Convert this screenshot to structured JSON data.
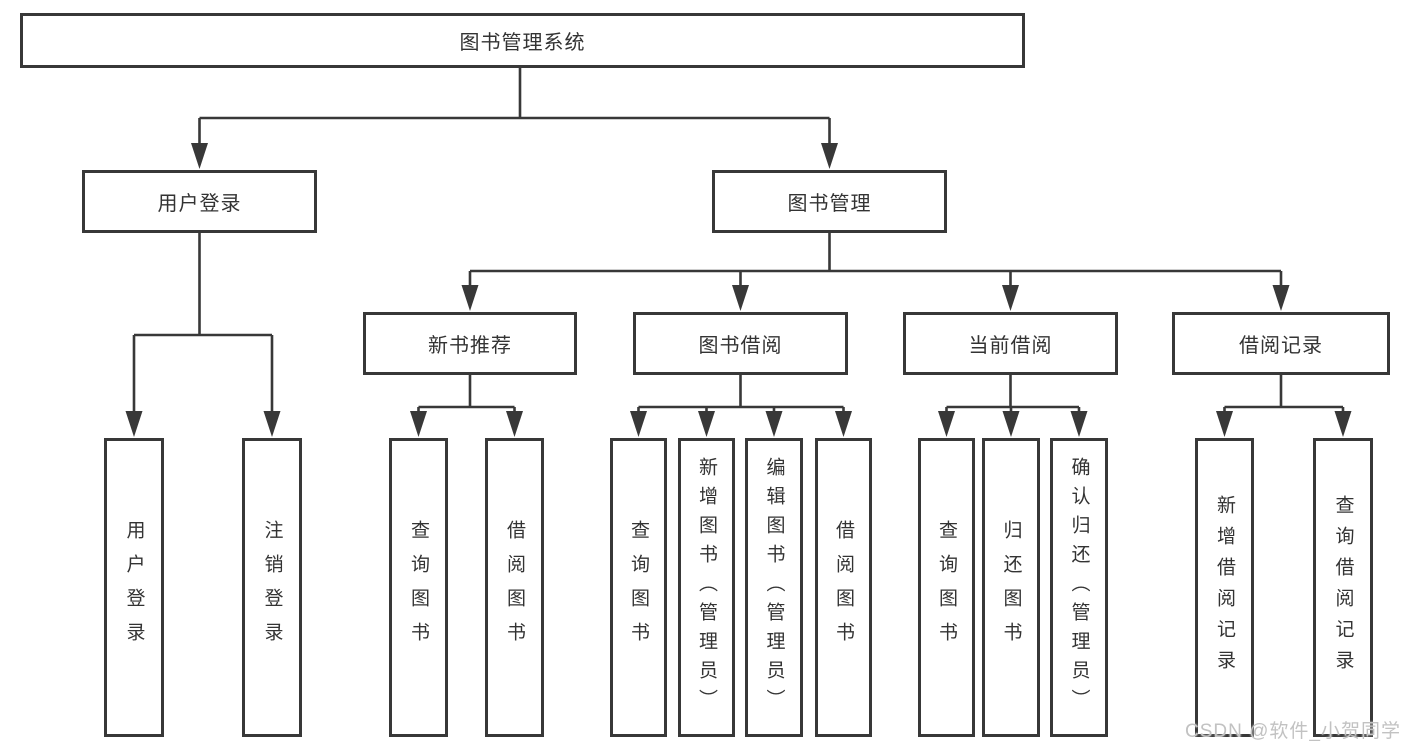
{
  "diagram": {
    "root": {
      "label": "图书管理系统"
    },
    "level2": [
      {
        "label": "用户登录"
      },
      {
        "label": "图书管理"
      }
    ],
    "level3": [
      {
        "label": "新书推荐"
      },
      {
        "label": "图书借阅"
      },
      {
        "label": "当前借阅"
      },
      {
        "label": "借阅记录"
      }
    ],
    "leaves": [
      "用户登录",
      "注销登录",
      "查询图书",
      "借阅图书",
      "查询图书",
      "新增图书（管理员）",
      "编辑图书（管理员）",
      "借阅图书",
      "查询图书",
      "归还图书",
      "确认归还（管理员）",
      "新增借阅记录",
      "查询借阅记录"
    ]
  },
  "watermark": {
    "text": "CSDN @软件_小贺同学"
  },
  "colors": {
    "line": "#383838",
    "text": "#333333",
    "box_fill": "#ffffff",
    "background": "#ffffff",
    "watermark": "#c2c2c2"
  }
}
